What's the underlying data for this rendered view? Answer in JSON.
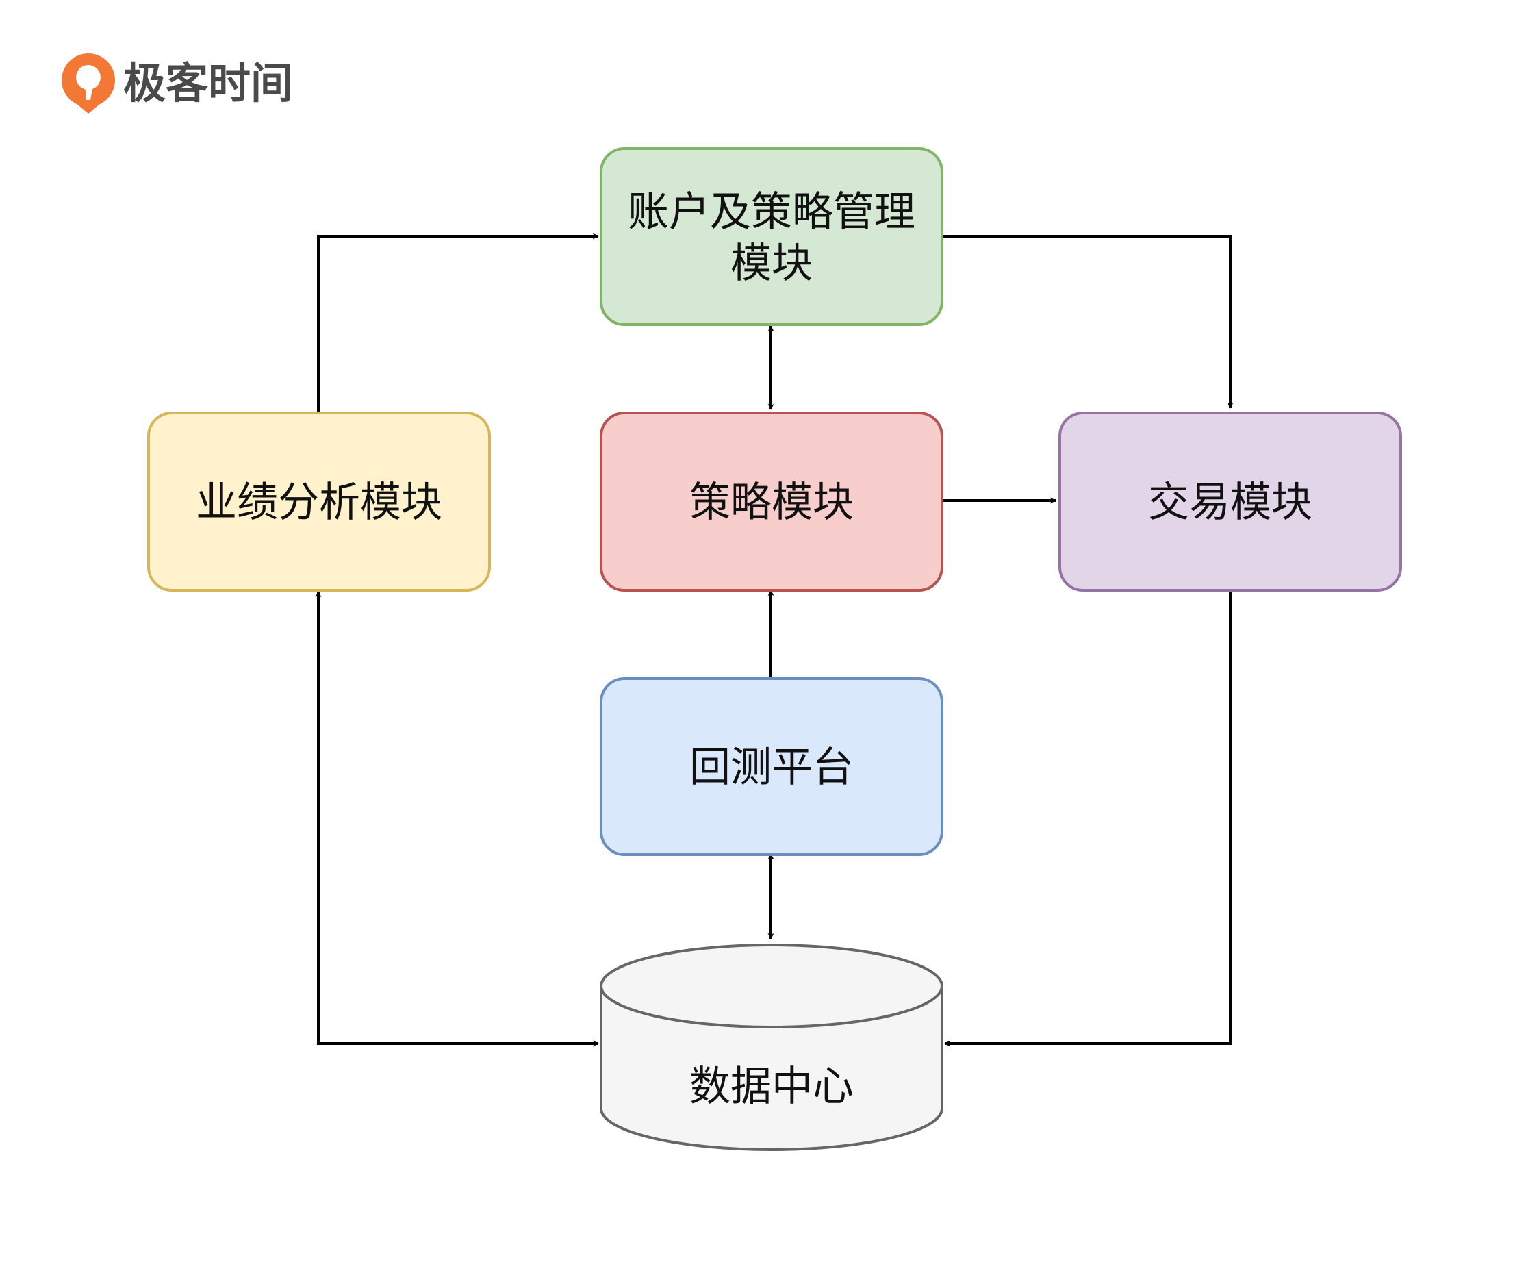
{
  "brand": {
    "name": "极客时间",
    "logo_icon": "geektime-logo-icon",
    "logo_color": "#f37735"
  },
  "nodes": {
    "account": {
      "line1": "账户及策略管理",
      "line2": "模块",
      "fill": "#d5e8d4",
      "stroke": "#82b366"
    },
    "strategy": {
      "label": "策略模块",
      "fill": "#f8cecc",
      "stroke": "#b85450"
    },
    "performance": {
      "label": "业绩分析模块",
      "fill": "#fff2cc",
      "stroke": "#d6b656"
    },
    "trading": {
      "label": "交易模块",
      "fill": "#e1d5e7",
      "stroke": "#9673a6"
    },
    "backtest": {
      "label": "回测平台",
      "fill": "#dae8fc",
      "stroke": "#6c8ebf"
    },
    "datacenter": {
      "label": "数据中心",
      "fill": "#f5f5f5",
      "stroke": "#666666"
    }
  },
  "edges": [
    {
      "from": "performance",
      "to": "account",
      "direction": "forward"
    },
    {
      "from": "account",
      "to": "trading",
      "direction": "forward"
    },
    {
      "from": "account",
      "to": "strategy",
      "direction": "both"
    },
    {
      "from": "strategy",
      "to": "trading",
      "direction": "forward"
    },
    {
      "from": "backtest",
      "to": "strategy",
      "direction": "forward"
    },
    {
      "from": "backtest",
      "to": "datacenter",
      "direction": "both"
    },
    {
      "from": "performance",
      "to": "datacenter",
      "direction": "both"
    },
    {
      "from": "trading",
      "to": "datacenter",
      "direction": "forward"
    }
  ]
}
